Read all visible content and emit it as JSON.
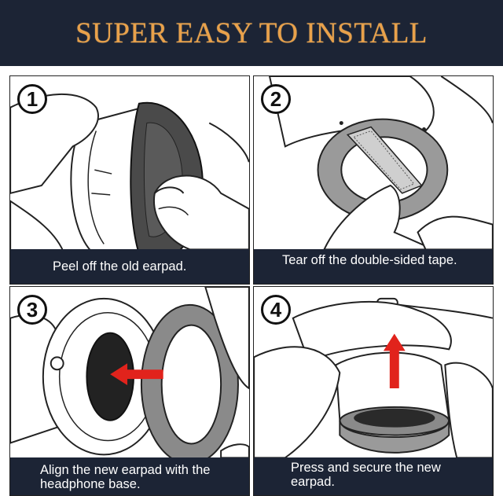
{
  "header": {
    "title": "SUPER EASY TO INSTALL"
  },
  "steps": [
    {
      "number": "1",
      "caption": "Peel off the old earpad."
    },
    {
      "number": "2",
      "caption": "Tear off the double-sided tape."
    },
    {
      "number": "3",
      "caption": "Align the new earpad with the headphone base."
    },
    {
      "number": "4",
      "caption": "Press and secure the new earpad."
    }
  ],
  "colors": {
    "banner": "#1c2435",
    "title": "#e9a14a",
    "arrow": "#e1231c",
    "earpad": "#8a8a8a"
  }
}
